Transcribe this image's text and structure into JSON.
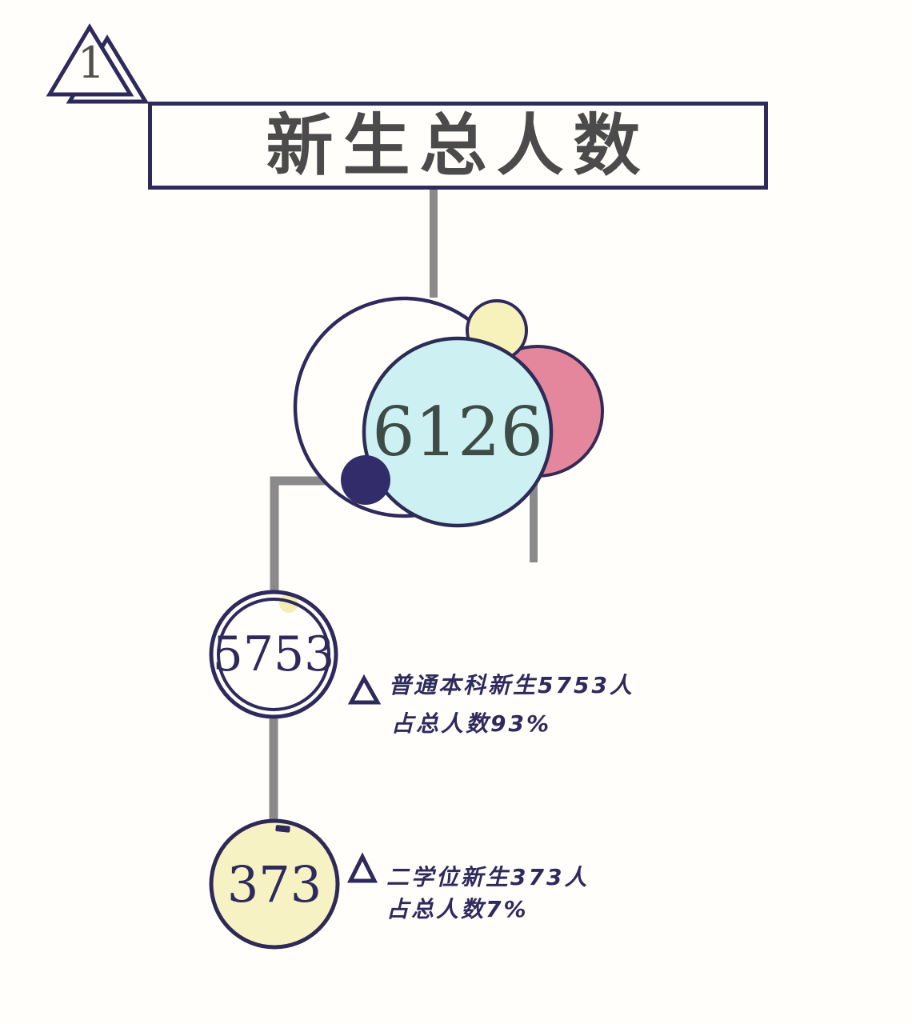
{
  "badge": {
    "number": "1"
  },
  "header": {
    "title": "新生总人数"
  },
  "total": {
    "value": "6126"
  },
  "groups": [
    {
      "value": "5753",
      "desc_line1": "普通本科新生5753人",
      "desc_line2": "占总人数93%"
    },
    {
      "value": "373",
      "desc_line1": "二学位新生373人",
      "desc_line2": "占总人数7%"
    }
  ],
  "colors": {
    "navy_outline": "#2f2a5c",
    "indigo_dot": "#322c6a",
    "gray_line": "#8a8a8a",
    "cyan_fill": "#cdf1f2",
    "pink_fill": "#e5879c",
    "cream_fill": "#f7f1bb",
    "pale_yellow_fill": "#f6f2c3",
    "mini_dot_fill": "#f3efb4",
    "white_fill": "#fffefb",
    "title_text": "#4b4b4b",
    "total_text": "#3f4b47"
  },
  "chart_data": {
    "type": "diagram",
    "title": "新生总人数",
    "total": 6126,
    "segments": [
      {
        "label": "普通本科新生",
        "value": 5753,
        "percent": "93%"
      },
      {
        "label": "二学位新生",
        "value": 373,
        "percent": "7%"
      }
    ]
  }
}
